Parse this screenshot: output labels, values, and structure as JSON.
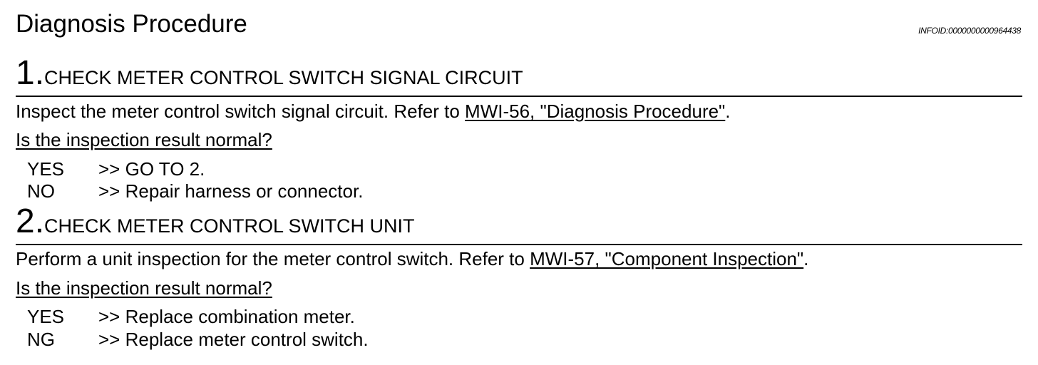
{
  "document": {
    "title": "Diagnosis Procedure",
    "info_id": "INFOID:0000000000964438"
  },
  "steps": [
    {
      "number": "1.",
      "heading": "CHECK METER CONTROL SWITCH SIGNAL CIRCUIT",
      "instruction_prefix": "Inspect the meter control switch signal circuit. Refer to ",
      "reference": "MWI-56, \"Diagnosis Procedure\"",
      "instruction_suffix": ".",
      "question": "Is the inspection result normal?",
      "results": [
        {
          "key": "YES",
          "action": ">> GO TO 2."
        },
        {
          "key": "NO",
          "action": ">> Repair harness or connector."
        }
      ]
    },
    {
      "number": "2.",
      "heading": "CHECK METER CONTROL SWITCH UNIT",
      "instruction_prefix": "Perform a unit inspection for the meter control switch. Refer to ",
      "reference": "MWI-57, \"Component Inspection\"",
      "instruction_suffix": ".",
      "question": "Is the inspection result normal?",
      "results": [
        {
          "key": "YES",
          "action": ">> Replace combination meter."
        },
        {
          "key": "NG",
          "action": ">> Replace meter control switch."
        }
      ]
    }
  ]
}
